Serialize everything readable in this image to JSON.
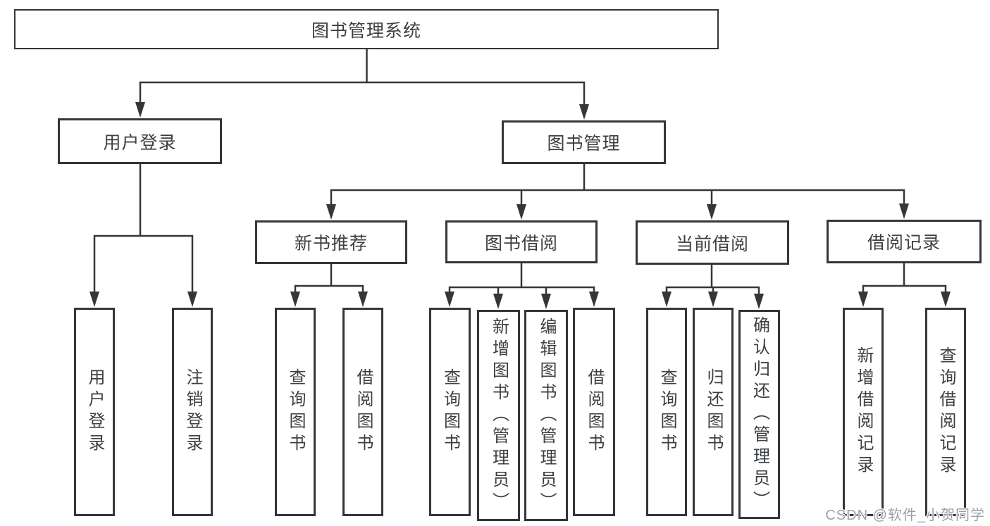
{
  "tree": {
    "root": "图书管理系统",
    "login_branch": {
      "label": "用户登录",
      "children": [
        "用户登录",
        "注销登录"
      ]
    },
    "manage_branch": {
      "label": "图书管理",
      "groups": [
        {
          "label": "新书推荐",
          "children": [
            "查询图书",
            "借阅图书"
          ]
        },
        {
          "label": "图书借阅",
          "children": [
            "查询图书",
            "新增图书（管理员）",
            "编辑图书（管理员）",
            "借阅图书"
          ]
        },
        {
          "label": "当前借阅",
          "children": [
            "查询图书",
            "归还图书",
            "确认归还（管理员）"
          ]
        },
        {
          "label": "借阅记录",
          "children": [
            "新增借阅记录",
            "查询借阅记录"
          ]
        }
      ]
    }
  },
  "watermark": "CSDN @软件_小贺同学",
  "colors": {
    "line": "#343639",
    "text": "#3c4043",
    "watermark": "#9da0a3",
    "background": "#ffffff"
  }
}
